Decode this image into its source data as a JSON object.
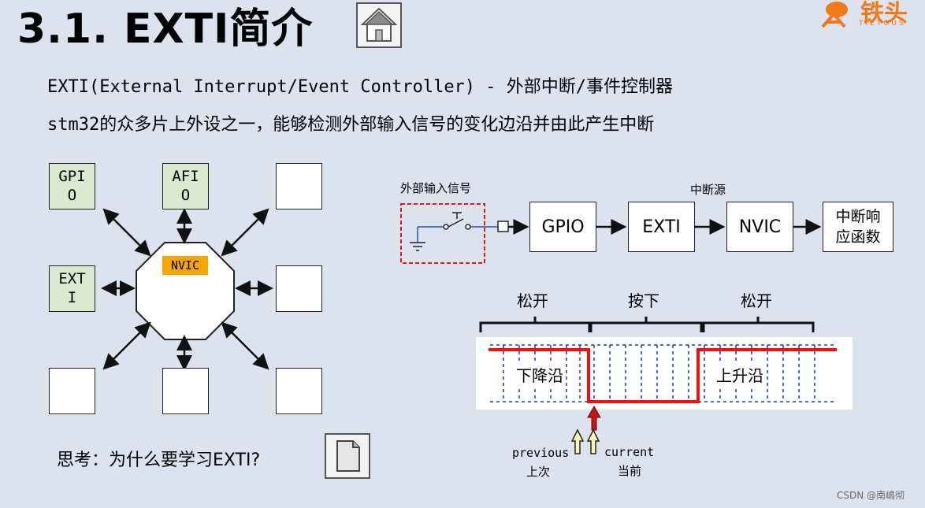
{
  "header": {
    "title": "3.1. EXTI简介",
    "logo_main": "铁头",
    "logo_sub": "TIETOUS"
  },
  "intro": {
    "line1": "EXTI(External Interrupt/Event Controller) - 外部中断/事件控制器",
    "line2": "stm32的众多片上外设之一，能够检测外部输入信号的变化边沿并由此产生中断"
  },
  "peripheral_diagram": {
    "center_label": "NVIC",
    "gpio_box": "GPI\nO",
    "afio_box": "AFI\nO",
    "exti_box": "EXT\nI"
  },
  "flow_diagram": {
    "input_signal_label": "外部输入信号",
    "interrupt_source_label": "中断源",
    "gpio": "GPIO",
    "exti": "EXTI",
    "nvic": "NVIC",
    "handler": "中断响\n应函数"
  },
  "waveform": {
    "release_left": "松开",
    "press": "按下",
    "release_right": "松开",
    "falling_edge": "下降沿",
    "rising_edge": "上升沿",
    "previous_en": "previous",
    "previous_zh": "上次",
    "current_en": "current",
    "current_zh": "当前"
  },
  "question": "思考：为什么要学习EXTI?",
  "watermark": "CSDN @南嶋彻",
  "colors": {
    "background": "#dce3ef",
    "green_box": "#d8e9cf",
    "nvic_badge": "#f5a400",
    "signal_red": "#ee1111",
    "dash_blue": "#1a3ea8",
    "logo_orange": "#f07a1a"
  },
  "icons": [
    "home-icon",
    "document-icon",
    "logo-mascot-icon"
  ]
}
